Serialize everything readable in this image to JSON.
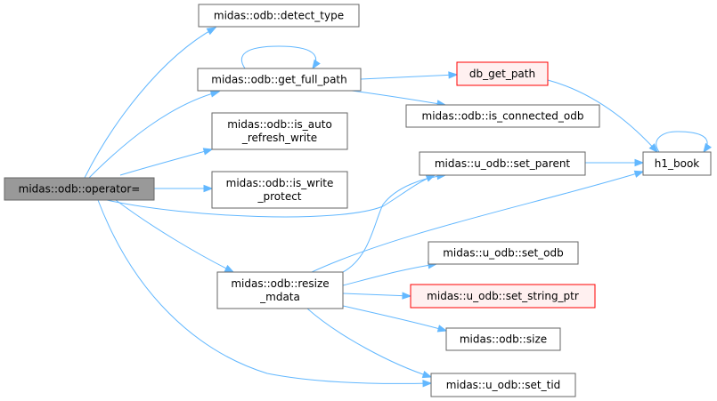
{
  "diagram": {
    "nodes": [
      {
        "id": "operator_eq",
        "lines": [
          "midas::odb::operator="
        ],
        "style": "root"
      },
      {
        "id": "detect_type",
        "lines": [
          "midas::odb::detect_type"
        ],
        "style": "normal"
      },
      {
        "id": "get_full_path",
        "lines": [
          "midas::odb::get_full_path"
        ],
        "style": "normal"
      },
      {
        "id": "is_auto_refresh_write",
        "lines": [
          "midas::odb::is_auto",
          "_refresh_write"
        ],
        "style": "normal"
      },
      {
        "id": "is_write_protect",
        "lines": [
          "midas::odb::is_write",
          "_protect"
        ],
        "style": "normal"
      },
      {
        "id": "resize_mdata",
        "lines": [
          "midas::odb::resize",
          "_mdata"
        ],
        "style": "normal"
      },
      {
        "id": "db_get_path",
        "lines": [
          "db_get_path"
        ],
        "style": "red"
      },
      {
        "id": "is_connected_odb",
        "lines": [
          "midas::odb::is_connected_odb"
        ],
        "style": "normal"
      },
      {
        "id": "set_parent",
        "lines": [
          "midas::u_odb::set_parent"
        ],
        "style": "normal"
      },
      {
        "id": "set_odb",
        "lines": [
          "midas::u_odb::set_odb"
        ],
        "style": "normal"
      },
      {
        "id": "set_string_ptr",
        "lines": [
          "midas::u_odb::set_string_ptr"
        ],
        "style": "red"
      },
      {
        "id": "size",
        "lines": [
          "midas::odb::size"
        ],
        "style": "normal"
      },
      {
        "id": "set_tid",
        "lines": [
          "midas::u_odb::set_tid"
        ],
        "style": "normal"
      },
      {
        "id": "h1_book",
        "lines": [
          "h1_book"
        ],
        "style": "normal"
      }
    ],
    "edges": [
      {
        "from": "operator_eq",
        "to": "detect_type"
      },
      {
        "from": "operator_eq",
        "to": "get_full_path"
      },
      {
        "from": "operator_eq",
        "to": "is_auto_refresh_write"
      },
      {
        "from": "operator_eq",
        "to": "is_write_protect"
      },
      {
        "from": "operator_eq",
        "to": "set_parent"
      },
      {
        "from": "operator_eq",
        "to": "resize_mdata"
      },
      {
        "from": "operator_eq",
        "to": "set_tid"
      },
      {
        "from": "get_full_path",
        "to": "get_full_path"
      },
      {
        "from": "get_full_path",
        "to": "db_get_path"
      },
      {
        "from": "get_full_path",
        "to": "is_connected_odb"
      },
      {
        "from": "db_get_path",
        "to": "h1_book"
      },
      {
        "from": "set_parent",
        "to": "h1_book"
      },
      {
        "from": "h1_book",
        "to": "h1_book"
      },
      {
        "from": "resize_mdata",
        "to": "set_parent"
      },
      {
        "from": "resize_mdata",
        "to": "h1_book"
      },
      {
        "from": "resize_mdata",
        "to": "set_odb"
      },
      {
        "from": "resize_mdata",
        "to": "set_string_ptr"
      },
      {
        "from": "resize_mdata",
        "to": "size"
      },
      {
        "from": "resize_mdata",
        "to": "set_tid"
      }
    ],
    "colors": {
      "edge": "#63b8ff",
      "root_fill": "#999999",
      "node_border": "#666666",
      "red_border": "#ff0000",
      "red_fill": "#fff0f0"
    }
  }
}
